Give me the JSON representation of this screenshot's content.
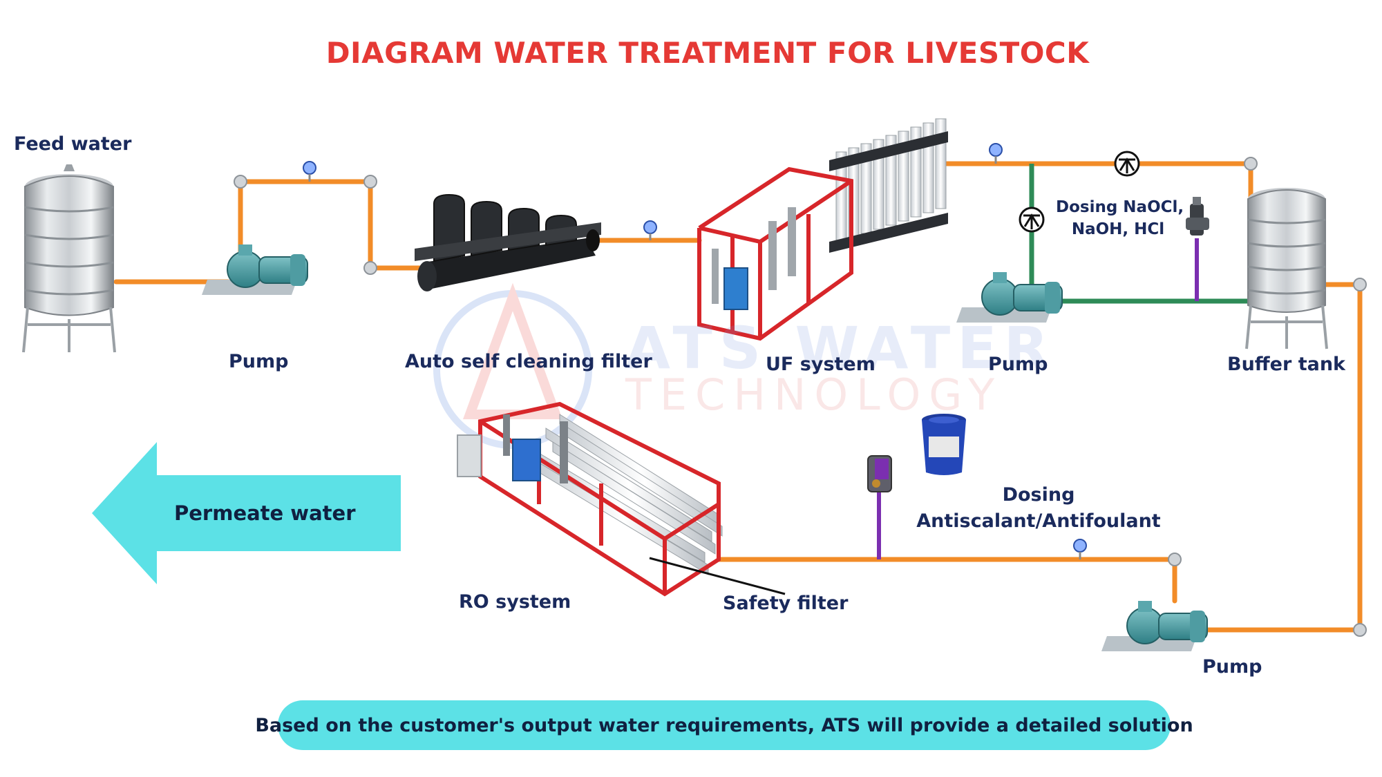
{
  "title": "DIAGRAM WATER TREATMENT FOR LIVESTOCK",
  "labels": {
    "feed_water": "Feed  water",
    "pump_1": "Pump",
    "auto_filter": "Auto self cleaning filter",
    "uf_system": "UF system",
    "pump_2": "Pump",
    "buffer_tank": "Buffer tank",
    "dosing_naocl_line1": "Dosing NaOCl,",
    "dosing_naocl_line2": "NaOH, HCl",
    "dosing_anti_line1": "Dosing",
    "dosing_anti_line2": "Antiscalant/Antifoulant",
    "ro_system": "RO system",
    "safety_filter": "Safety filter",
    "pump_3": "Pump",
    "permeate_water": "Permeate water"
  },
  "watermark": {
    "line1": "ATS WATER",
    "line2": "TECHNOLOGY"
  },
  "banner": "Based on the customer's output water requirements, ATS will provide a detailed solution",
  "colors": {
    "title": "#e53935",
    "pipe_feed": "#f28c28",
    "pipe_backwash": "#2e8b57",
    "pipe_dosing": "#7b2fb0",
    "frame_red": "#d7262a",
    "arrow_cyan": "#5ce1e6",
    "label_navy": "#1a2a5c"
  }
}
